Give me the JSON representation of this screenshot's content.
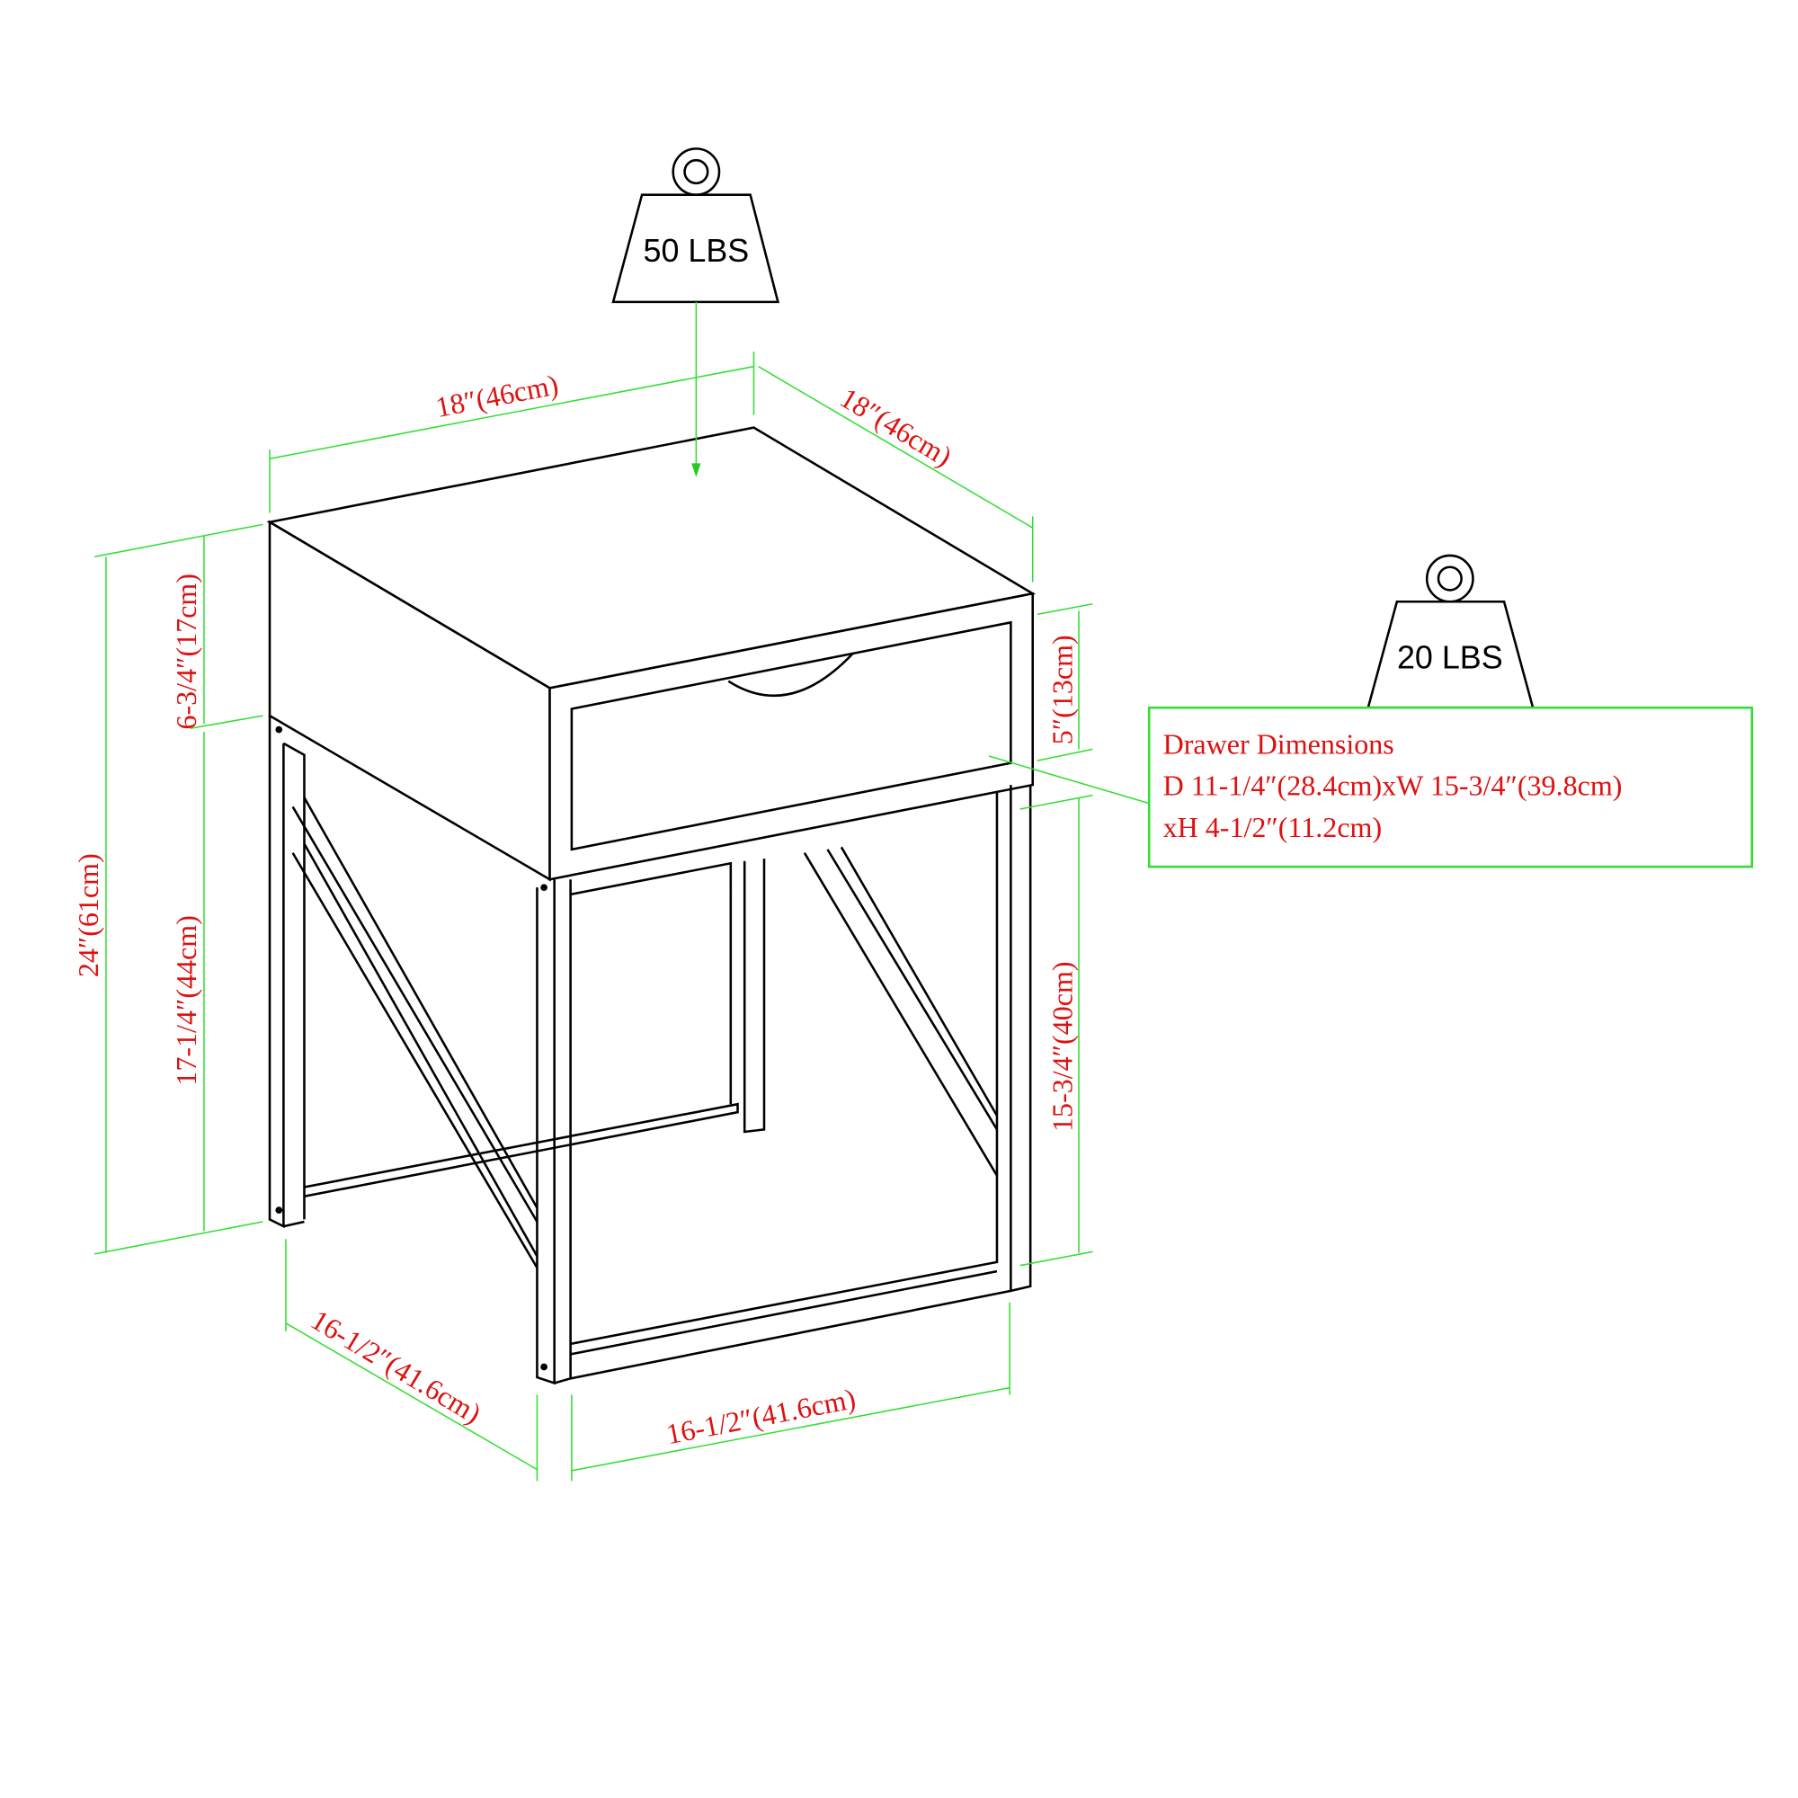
{
  "weights": {
    "top": "50 LBS",
    "drawer": "20 LBS"
  },
  "dimensions": {
    "top_width": "18″(46cm)",
    "top_depth": "18″(46cm)",
    "total_height": "24″(61cm)",
    "top_section_height": "6-3/4″(17cm)",
    "leg_height_left": "17-1/4″(44cm)",
    "drawer_face_height": "5″(13cm)",
    "leg_height_right": "15-3/4″(40cm)",
    "base_depth": "16-1/2″(41.6cm)",
    "base_width": "16-1/2″(41.6cm)"
  },
  "drawer_box": {
    "title": "Drawer Dimensions",
    "line1": "D 11-1/4″(28.4cm)xW 15-3/4″(39.8cm)",
    "line2": "xH 4-1/2″(11.2cm)"
  },
  "colors": {
    "dimension": "#33dd33",
    "label": "#dd1111"
  }
}
